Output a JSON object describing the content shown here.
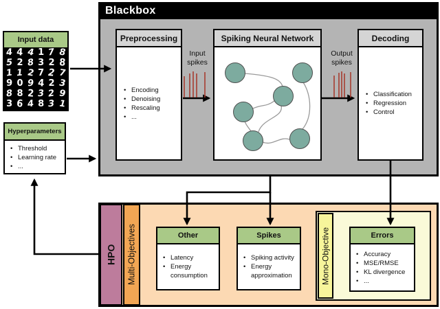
{
  "colors": {
    "green_header": "#a9c987",
    "blackbox_bg": "#b4b4b4",
    "box_header": "#d5d5d5",
    "neuron_fill": "#7dab9f",
    "spike_red": "#a63c30",
    "hpo_pink": "#bd7c9c",
    "multi_orange": "#f2a654",
    "container_peach": "#fcd9b3",
    "mono_yellow": "#f7f59b",
    "mono_container": "#fafad8"
  },
  "blackbox": {
    "title": "Blackbox",
    "preprocessing": {
      "title": "Preprocessing",
      "items": [
        "Encoding",
        "Denoising",
        "Rescaling",
        "..."
      ]
    },
    "snn": {
      "title": "Spiking Neural Network"
    },
    "decoding": {
      "title": "Decoding",
      "items": [
        "Classification",
        "Regression",
        "Control"
      ]
    },
    "input_spikes_label": "Input spikes",
    "output_spikes_label": "Output spikes"
  },
  "input_data": {
    "title": "Input data",
    "digit_rows": [
      "444178",
      "528328",
      "112727",
      "909423",
      "882329",
      "364831"
    ]
  },
  "hyperparameters": {
    "title": "Hyperparameters",
    "items": [
      "Threshold",
      "Learning rate",
      "..."
    ]
  },
  "hpo": {
    "label": "HPO",
    "multi_label": "Multi-Objectives",
    "mono_label": "Mono-Objective",
    "other": {
      "title": "Other",
      "items": [
        "Latency",
        "Energy consumption"
      ]
    },
    "spikes": {
      "title": "Spikes",
      "items": [
        "Spiking activity",
        "Energy approximation"
      ]
    },
    "errors": {
      "title": "Errors",
      "items": [
        "Accuracy",
        "MSE/RMSE",
        "KL divergence",
        "..."
      ]
    }
  }
}
